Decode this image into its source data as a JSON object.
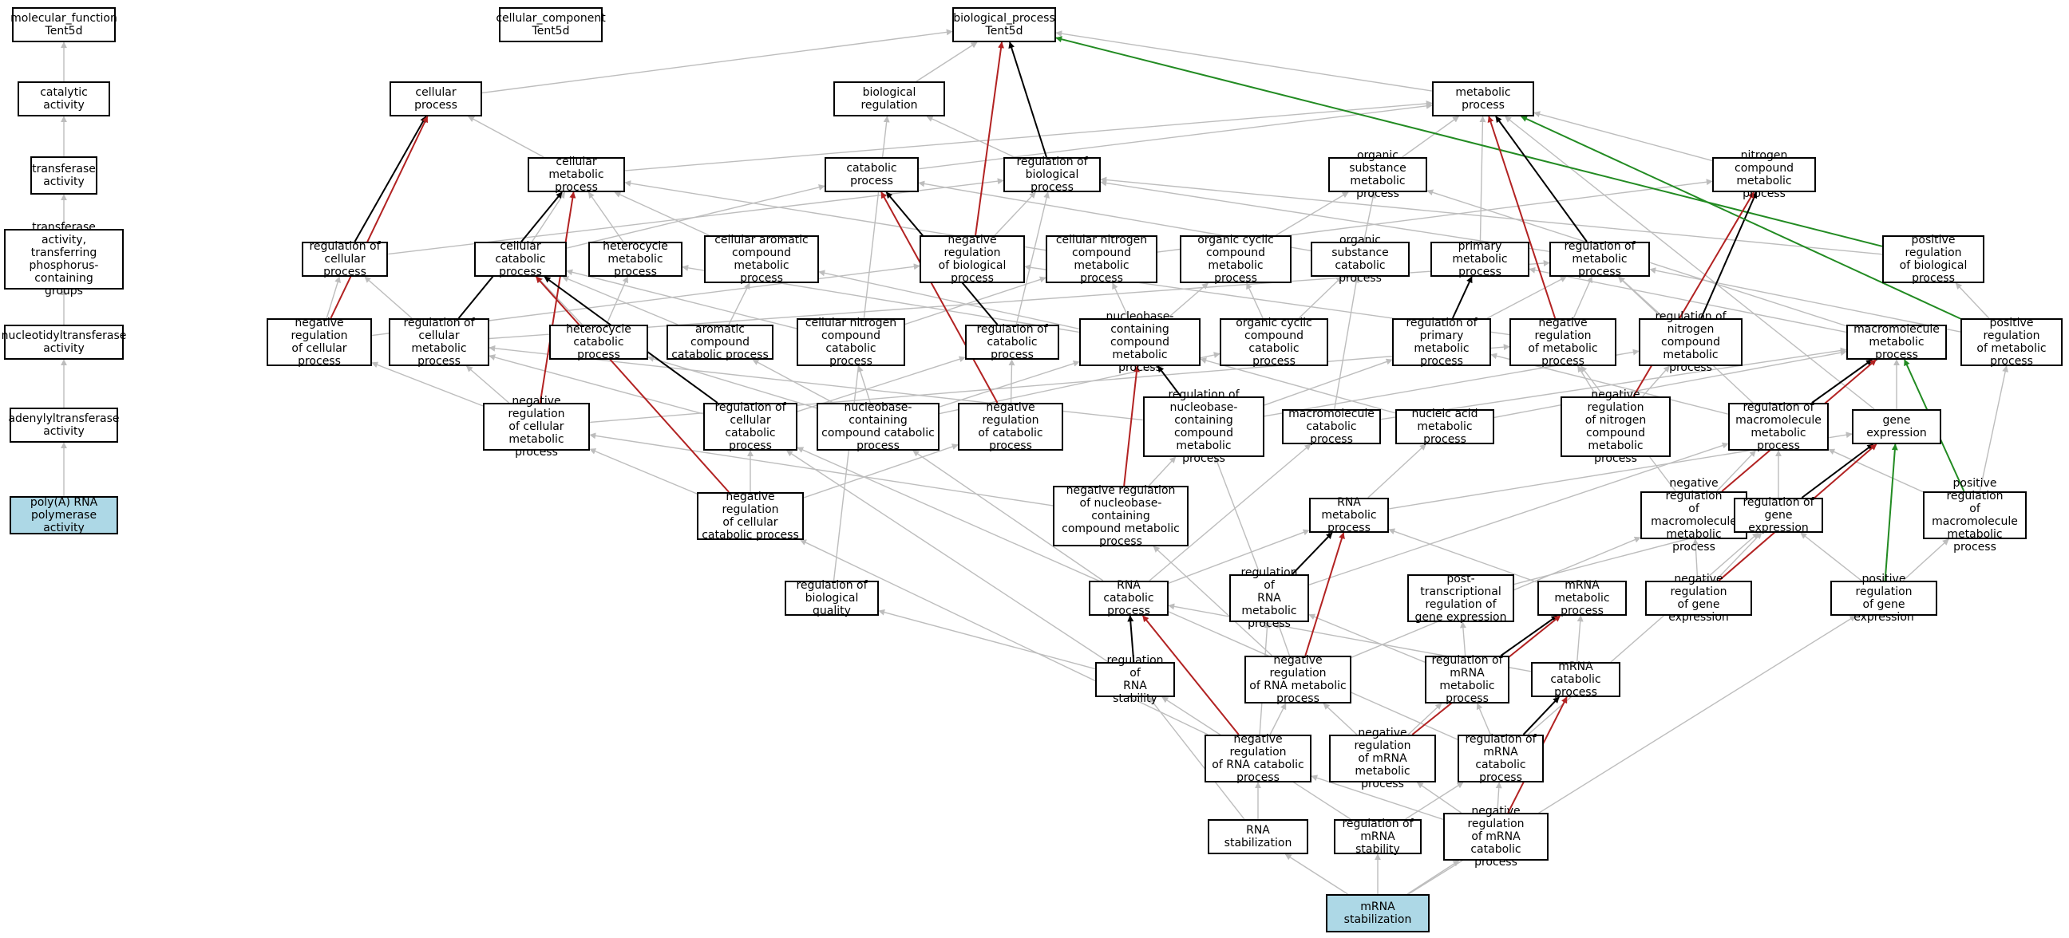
{
  "colors": {
    "gray": "#bdbdbd",
    "black": "#000000",
    "red": "#b22222",
    "green": "#228b22",
    "highlight": "#add8e6"
  },
  "nodes": [
    {
      "id": "mf",
      "label": "molecular_function\nTent5d"
    },
    {
      "id": "cc",
      "label": "cellular_component\nTent5d"
    },
    {
      "id": "bp",
      "label": "biological_process\nTent5d"
    },
    {
      "id": "cat",
      "label": "catalytic activity"
    },
    {
      "id": "tra",
      "label": "transferase\nactivity"
    },
    {
      "id": "trp",
      "label": "transferase\nactivity, transferring\nphosphorus-containing\ngroups"
    },
    {
      "id": "ntt",
      "label": "nucleotidyltransferase\nactivity"
    },
    {
      "id": "adt",
      "label": "adenylyltransferase\nactivity"
    },
    {
      "id": "pap",
      "label": "poly(A) RNA\npolymerase activity",
      "hl": true
    },
    {
      "id": "celp",
      "label": "cellular process"
    },
    {
      "id": "breg",
      "label": "biological regulation"
    },
    {
      "id": "metp",
      "label": "metabolic process"
    },
    {
      "id": "cmp",
      "label": "cellular metabolic\nprocess"
    },
    {
      "id": "catp",
      "label": "catabolic process"
    },
    {
      "id": "rbp",
      "label": "regulation of\nbiological process"
    },
    {
      "id": "osmp",
      "label": "organic substance\nmetabolic process"
    },
    {
      "id": "ncmp",
      "label": "nitrogen compound\nmetabolic process"
    },
    {
      "id": "rcp",
      "label": "regulation of\ncellular process"
    },
    {
      "id": "ccp",
      "label": "cellular catabolic\nprocess"
    },
    {
      "id": "hmp",
      "label": "heterocycle\nmetabolic process"
    },
    {
      "id": "cacmp",
      "label": "cellular aromatic\ncompound metabolic\nprocess"
    },
    {
      "id": "nrbp",
      "label": "negative regulation\nof biological\nprocess"
    },
    {
      "id": "cncmp",
      "label": "cellular nitrogen\ncompound metabolic\nprocess"
    },
    {
      "id": "occmp",
      "label": "organic cyclic\ncompound metabolic\nprocess"
    },
    {
      "id": "oscp",
      "label": "organic substance\ncatabolic process"
    },
    {
      "id": "pmp",
      "label": "primary metabolic\nprocess"
    },
    {
      "id": "rmp",
      "label": "regulation of\nmetabolic process"
    },
    {
      "id": "prbp",
      "label": "positive regulation\nof biological\nprocess"
    },
    {
      "id": "nrcp",
      "label": "negative regulation\nof cellular\nprocess"
    },
    {
      "id": "rcmp",
      "label": "regulation of\ncellular metabolic\nprocess"
    },
    {
      "id": "hcp",
      "label": "heterocycle\ncatabolic process"
    },
    {
      "id": "accp",
      "label": "aromatic compound\ncatabolic process"
    },
    {
      "id": "cnccp",
      "label": "cellular nitrogen\ncompound catabolic\nprocess"
    },
    {
      "id": "rcatp",
      "label": "regulation of\ncatabolic process"
    },
    {
      "id": "nbcmp",
      "label": "nucleobase-containing\ncompound metabolic\nprocess"
    },
    {
      "id": "occcp",
      "label": "organic cyclic\ncompound catabolic\nprocess"
    },
    {
      "id": "rprmp",
      "label": "regulation of\nprimary metabolic\nprocess"
    },
    {
      "id": "nrmp",
      "label": "negative regulation\nof metabolic\nprocess"
    },
    {
      "id": "rncmp",
      "label": "regulation of\nnitrogen compound\nmetabolic process"
    },
    {
      "id": "mmp",
      "label": "macromolecule\nmetabolic process"
    },
    {
      "id": "prmp",
      "label": "positive regulation\nof metabolic\nprocess"
    },
    {
      "id": "nrcmp",
      "label": "negative regulation\nof cellular\nmetabolic process"
    },
    {
      "id": "rccp",
      "label": "regulation of\ncellular catabolic\nprocess"
    },
    {
      "id": "nbccp",
      "label": "nucleobase-containing\ncompound catabolic\nprocess"
    },
    {
      "id": "nrcatp",
      "label": "negative regulation\nof catabolic\nprocess"
    },
    {
      "id": "rnbcmp",
      "label": "regulation of\nnucleobase-containing\ncompound metabolic\nprocess"
    },
    {
      "id": "mcp",
      "label": "macromolecule\ncatabolic process"
    },
    {
      "id": "namp",
      "label": "nucleic acid\nmetabolic process"
    },
    {
      "id": "nrncmp",
      "label": "negative regulation\nof nitrogen\ncompound metabolic\nprocess"
    },
    {
      "id": "rmmp",
      "label": "regulation of\nmacromolecule\nmetabolic process"
    },
    {
      "id": "ge",
      "label": "gene expression"
    },
    {
      "id": "nrccp",
      "label": "negative regulation\nof cellular\ncatabolic process"
    },
    {
      "id": "nrnbcmp",
      "label": "negative regulation\nof nucleobase-containing\ncompound metabolic\nprocess"
    },
    {
      "id": "rnamp",
      "label": "RNA metabolic\nprocess"
    },
    {
      "id": "nrmmp",
      "label": "negative regulation\nof macromolecule\nmetabolic process"
    },
    {
      "id": "rge",
      "label": "regulation of\ngene expression"
    },
    {
      "id": "prmmp",
      "label": "positive regulation\nof macromolecule\nmetabolic process"
    },
    {
      "id": "rbq",
      "label": "regulation of\nbiological quality"
    },
    {
      "id": "rnacp",
      "label": "RNA catabolic\nprocess"
    },
    {
      "id": "rrnamp",
      "label": "regulation of\nRNA metabolic\nprocess"
    },
    {
      "id": "ptrge",
      "label": "post-transcriptional\nregulation of\ngene expression"
    },
    {
      "id": "mrnamp",
      "label": "mRNA metabolic\nprocess"
    },
    {
      "id": "nrge",
      "label": "negative regulation\nof gene expression"
    },
    {
      "id": "prge",
      "label": "positive regulation\nof gene expression"
    },
    {
      "id": "rrnas",
      "label": "regulation of\nRNA stability"
    },
    {
      "id": "nrrnamp",
      "label": "negative regulation\nof RNA metabolic\nprocess"
    },
    {
      "id": "rmrnamp",
      "label": "regulation of\nmRNA metabolic\nprocess"
    },
    {
      "id": "mrnacp",
      "label": "mRNA catabolic\nprocess"
    },
    {
      "id": "nrrnacp",
      "label": "negative regulation\nof RNA catabolic\nprocess"
    },
    {
      "id": "nrmrnamp",
      "label": "negative regulation\nof mRNA metabolic\nprocess"
    },
    {
      "id": "rmrnacp",
      "label": "regulation of\nmRNA catabolic\nprocess"
    },
    {
      "id": "rnast",
      "label": "RNA stabilization"
    },
    {
      "id": "rmrnas",
      "label": "regulation of\nmRNA stability"
    },
    {
      "id": "nrmrnacp",
      "label": "negative regulation\nof mRNA catabolic\nprocess"
    },
    {
      "id": "mrnast",
      "label": "mRNA stabilization",
      "hl": true
    }
  ],
  "edges": [
    [
      "cat",
      "mf",
      "gray"
    ],
    [
      "tra",
      "cat",
      "gray"
    ],
    [
      "trp",
      "tra",
      "gray"
    ],
    [
      "ntt",
      "trp",
      "gray"
    ],
    [
      "adt",
      "ntt",
      "gray"
    ],
    [
      "pap",
      "adt",
      "gray"
    ],
    [
      "celp",
      "bp",
      "gray"
    ],
    [
      "breg",
      "bp",
      "gray"
    ],
    [
      "metp",
      "bp",
      "gray"
    ],
    [
      "rbp",
      "bp",
      "black"
    ],
    [
      "nrbp",
      "bp",
      "red"
    ],
    [
      "prbp",
      "bp",
      "green"
    ],
    [
      "cmp",
      "celp",
      "gray"
    ],
    [
      "cmp",
      "metp",
      "gray"
    ],
    [
      "catp",
      "metp",
      "gray"
    ],
    [
      "rbp",
      "breg",
      "gray"
    ],
    [
      "osmp",
      "metp",
      "gray"
    ],
    [
      "ncmp",
      "metp",
      "gray"
    ],
    [
      "rcp",
      "celp",
      "black"
    ],
    [
      "rcp",
      "rbp",
      "gray"
    ],
    [
      "nrcp",
      "celp",
      "red"
    ],
    [
      "ccp",
      "cmp",
      "gray"
    ],
    [
      "ccp",
      "catp",
      "gray"
    ],
    [
      "hmp",
      "cmp",
      "gray"
    ],
    [
      "cacmp",
      "cmp",
      "gray"
    ],
    [
      "rcmp",
      "cmp",
      "black"
    ],
    [
      "nrcmp",
      "cmp",
      "red"
    ],
    [
      "nrbp",
      "rbp",
      "gray"
    ],
    [
      "cncmp",
      "cmp",
      "gray"
    ],
    [
      "cncmp",
      "ncmp",
      "gray"
    ],
    [
      "occmp",
      "osmp",
      "gray"
    ],
    [
      "oscp",
      "osmp",
      "gray"
    ],
    [
      "oscp",
      "catp",
      "gray"
    ],
    [
      "pmp",
      "metp",
      "gray"
    ],
    [
      "rmp",
      "metp",
      "black"
    ],
    [
      "rmp",
      "rbp",
      "gray"
    ],
    [
      "nrmp",
      "metp",
      "red"
    ],
    [
      "prbp",
      "rbp",
      "gray"
    ],
    [
      "nrcp",
      "rcp",
      "gray"
    ],
    [
      "nrcp",
      "nrbp",
      "gray"
    ],
    [
      "rcmp",
      "rcp",
      "gray"
    ],
    [
      "rcmp",
      "rmp",
      "gray"
    ],
    [
      "hcp",
      "hmp",
      "gray"
    ],
    [
      "hcp",
      "ccp",
      "gray"
    ],
    [
      "accp",
      "cacmp",
      "gray"
    ],
    [
      "accp",
      "ccp",
      "gray"
    ],
    [
      "cnccp",
      "cncmp",
      "gray"
    ],
    [
      "cnccp",
      "ccp",
      "gray"
    ],
    [
      "rcatp",
      "catp",
      "black"
    ],
    [
      "rcatp",
      "rbp",
      "gray"
    ],
    [
      "nbcmp",
      "cncmp",
      "gray"
    ],
    [
      "nbcmp",
      "hmp",
      "gray"
    ],
    [
      "nbcmp",
      "cacmp",
      "gray"
    ],
    [
      "nbcmp",
      "occmp",
      "gray"
    ],
    [
      "occcp",
      "occmp",
      "gray"
    ],
    [
      "occcp",
      "oscp",
      "gray"
    ],
    [
      "rprmp",
      "pmp",
      "black"
    ],
    [
      "rprmp",
      "rmp",
      "gray"
    ],
    [
      "nrmp",
      "rmp",
      "gray"
    ],
    [
      "nrmp",
      "nrbp",
      "gray"
    ],
    [
      "rncmp",
      "ncmp",
      "black"
    ],
    [
      "rncmp",
      "rmp",
      "gray"
    ],
    [
      "mmp",
      "pmp",
      "gray"
    ],
    [
      "mmp",
      "osmp",
      "gray"
    ],
    [
      "prmp",
      "rmp",
      "gray"
    ],
    [
      "prmp",
      "prbp",
      "gray"
    ],
    [
      "prmp",
      "metp",
      "green"
    ],
    [
      "nrcmp",
      "rcmp",
      "gray"
    ],
    [
      "nrcmp",
      "nrcp",
      "gray"
    ],
    [
      "nrcmp",
      "nrmp",
      "gray"
    ],
    [
      "rccp",
      "ccp",
      "black"
    ],
    [
      "rccp",
      "rcmp",
      "gray"
    ],
    [
      "rccp",
      "rcatp",
      "gray"
    ],
    [
      "nbccp",
      "nbcmp",
      "gray"
    ],
    [
      "nbccp",
      "hcp",
      "gray"
    ],
    [
      "nbccp",
      "accp",
      "gray"
    ],
    [
      "nbccp",
      "cnccp",
      "gray"
    ],
    [
      "nbccp",
      "occcp",
      "gray"
    ],
    [
      "nrcatp",
      "rcatp",
      "gray"
    ],
    [
      "nrcatp",
      "catp",
      "red"
    ],
    [
      "rnbcmp",
      "nbcmp",
      "black"
    ],
    [
      "rnbcmp",
      "rcmp",
      "gray"
    ],
    [
      "rnbcmp",
      "rprmp",
      "gray"
    ],
    [
      "rnbcmp",
      "rncmp",
      "gray"
    ],
    [
      "mcp",
      "mmp",
      "gray"
    ],
    [
      "mcp",
      "oscp",
      "gray"
    ],
    [
      "namp",
      "nbcmp",
      "gray"
    ],
    [
      "namp",
      "mmp",
      "gray"
    ],
    [
      "nrncmp",
      "rncmp",
      "gray"
    ],
    [
      "nrncmp",
      "nrmp",
      "gray"
    ],
    [
      "nrncmp",
      "ncmp",
      "red"
    ],
    [
      "rmmp",
      "mmp",
      "black"
    ],
    [
      "rmmp",
      "rprmp",
      "gray"
    ],
    [
      "rmmp",
      "rmp",
      "gray"
    ],
    [
      "ge",
      "mmp",
      "gray"
    ],
    [
      "ge",
      "metp",
      "gray"
    ],
    [
      "nrccp",
      "rccp",
      "gray"
    ],
    [
      "nrccp",
      "nrcmp",
      "gray"
    ],
    [
      "nrccp",
      "nrcatp",
      "gray"
    ],
    [
      "nrccp",
      "ccp",
      "red"
    ],
    [
      "nrnbcmp",
      "rnbcmp",
      "gray"
    ],
    [
      "nrnbcmp",
      "nbcmp",
      "red"
    ],
    [
      "nrnbcmp",
      "nrcmp",
      "gray"
    ],
    [
      "rnamp",
      "namp",
      "gray"
    ],
    [
      "rnamp",
      "ge",
      "gray"
    ],
    [
      "nrmmp",
      "rmmp",
      "gray"
    ],
    [
      "nrmmp",
      "nrmp",
      "gray"
    ],
    [
      "nrmmp",
      "mmp",
      "red"
    ],
    [
      "rge",
      "ge",
      "black"
    ],
    [
      "rge",
      "rmmp",
      "gray"
    ],
    [
      "prmmp",
      "rmmp",
      "gray"
    ],
    [
      "prmmp",
      "prmp",
      "gray"
    ],
    [
      "prmmp",
      "mmp",
      "green"
    ],
    [
      "rbq",
      "breg",
      "gray"
    ],
    [
      "rnacp",
      "rnamp",
      "gray"
    ],
    [
      "rnacp",
      "mcp",
      "gray"
    ],
    [
      "rnacp",
      "nbccp",
      "gray"
    ],
    [
      "rrnamp",
      "rnamp",
      "black"
    ],
    [
      "rrnamp",
      "rnbcmp",
      "gray"
    ],
    [
      "rrnamp",
      "rmmp",
      "gray"
    ],
    [
      "ptrge",
      "rge",
      "gray"
    ],
    [
      "mrnamp",
      "rnamp",
      "gray"
    ],
    [
      "nrge",
      "rge",
      "gray"
    ],
    [
      "nrge",
      "nrmmp",
      "gray"
    ],
    [
      "nrge",
      "ge",
      "red"
    ],
    [
      "prge",
      "rge",
      "gray"
    ],
    [
      "prge",
      "prmmp",
      "gray"
    ],
    [
      "prge",
      "ge",
      "green"
    ],
    [
      "rrnas",
      "rnacp",
      "black"
    ],
    [
      "rrnas",
      "rbq",
      "gray"
    ],
    [
      "rrnas",
      "rccp",
      "gray"
    ],
    [
      "nrrnamp",
      "rrnamp",
      "gray"
    ],
    [
      "nrrnamp",
      "nrnbcmp",
      "gray"
    ],
    [
      "nrrnamp",
      "rnamp",
      "red"
    ],
    [
      "nrrnamp",
      "nrmmp",
      "gray"
    ],
    [
      "rmrnamp",
      "mrnamp",
      "black"
    ],
    [
      "rmrnamp",
      "rrnamp",
      "gray"
    ],
    [
      "rmrnamp",
      "ptrge",
      "gray"
    ],
    [
      "mrnacp",
      "mrnamp",
      "gray"
    ],
    [
      "mrnacp",
      "rnacp",
      "gray"
    ],
    [
      "nrrnacp",
      "rnacp",
      "red"
    ],
    [
      "nrrnacp",
      "nrrnamp",
      "gray"
    ],
    [
      "nrrnacp",
      "rrnamp",
      "gray"
    ],
    [
      "nrrnacp",
      "nrccp",
      "gray"
    ],
    [
      "nrmrnamp",
      "rmrnamp",
      "gray"
    ],
    [
      "nrmrnamp",
      "nrrnamp",
      "gray"
    ],
    [
      "nrmrnamp",
      "mrnamp",
      "red"
    ],
    [
      "rmrnacp",
      "mrnacp",
      "black"
    ],
    [
      "rmrnacp",
      "rmrnamp",
      "gray"
    ],
    [
      "rmrnacp",
      "rccp",
      "gray"
    ],
    [
      "rmrnacp",
      "rge",
      "gray"
    ],
    [
      "rnast",
      "nrrnacp",
      "gray"
    ],
    [
      "rnast",
      "rrnas",
      "gray"
    ],
    [
      "rmrnas",
      "rmrnacp",
      "gray"
    ],
    [
      "rmrnas",
      "rrnas",
      "gray"
    ],
    [
      "nrmrnacp",
      "rmrnacp",
      "gray"
    ],
    [
      "nrmrnacp",
      "nrmrnamp",
      "gray"
    ],
    [
      "nrmrnacp",
      "mrnacp",
      "red"
    ],
    [
      "nrmrnacp",
      "nrrnacp",
      "gray"
    ],
    [
      "mrnast",
      "rnast",
      "gray"
    ],
    [
      "mrnast",
      "rmrnas",
      "gray"
    ],
    [
      "mrnast",
      "nrmrnacp",
      "gray"
    ],
    [
      "mrnast",
      "prge",
      "gray"
    ]
  ]
}
